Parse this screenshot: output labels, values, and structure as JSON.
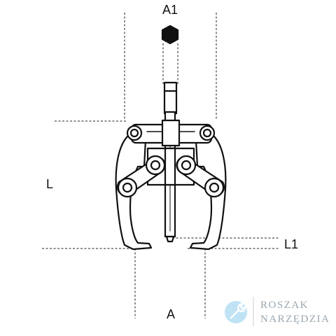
{
  "labels": {
    "a1": "A1",
    "l": "L",
    "l1": "L1",
    "a": "A"
  },
  "watermark": {
    "line1": "ROSZAK",
    "line2": "NARZĘDZIA",
    "icon": "wrench-icon",
    "color": "#9aa6ae",
    "icon_color": "#bfe3f5"
  },
  "colors": {
    "line": "#111111",
    "background": "#ffffff"
  }
}
